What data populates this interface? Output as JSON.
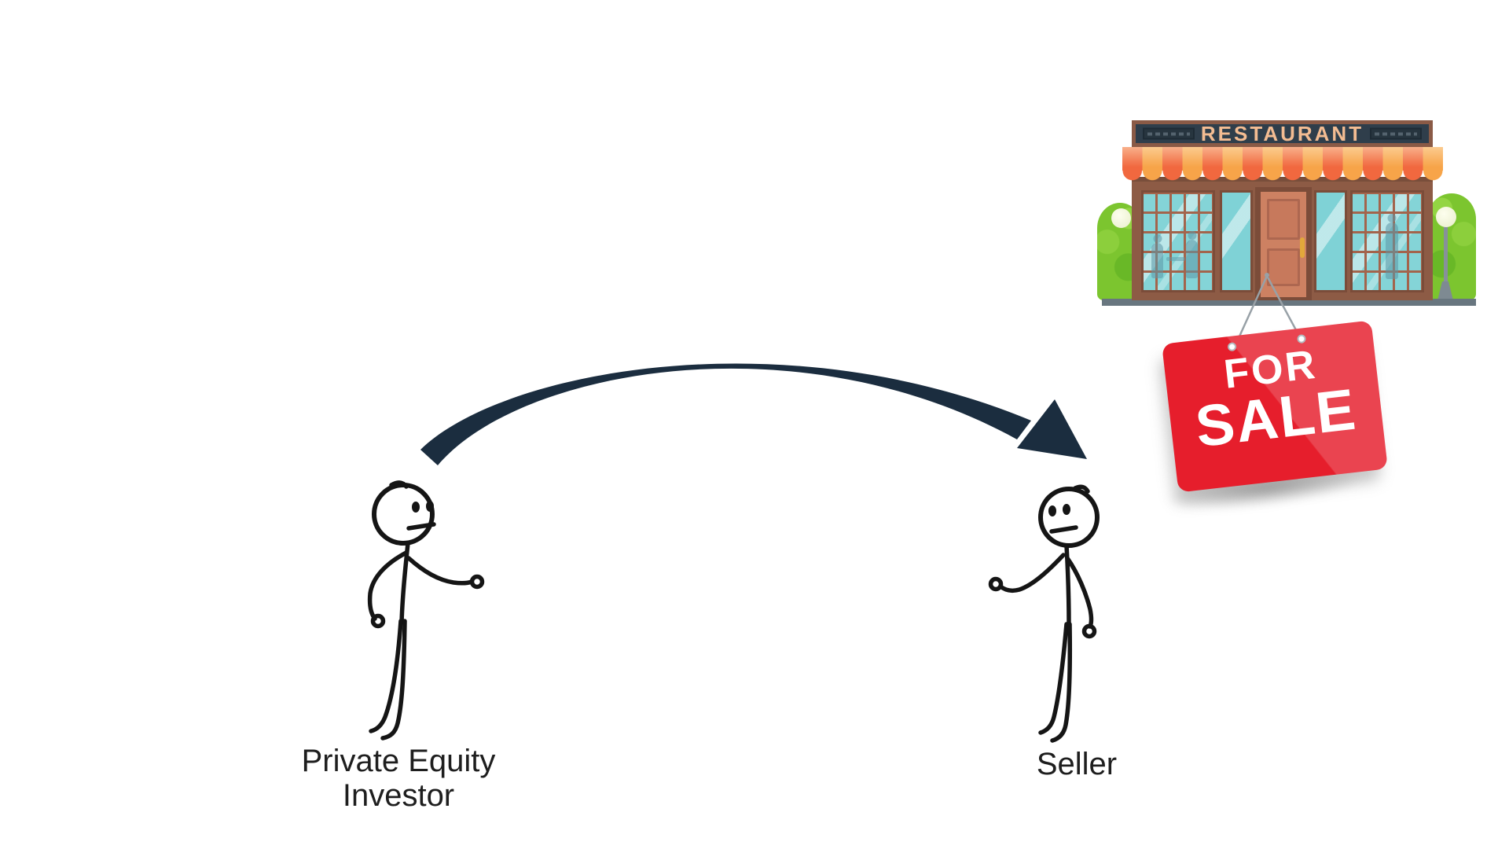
{
  "diagram": {
    "labels": {
      "investor": "Private Equity\nInvestor",
      "seller": "Seller"
    },
    "restaurant": {
      "sign_text": "RESTAURANT"
    },
    "sale_sign": {
      "line1": "FOR",
      "line2": "SALE"
    },
    "colors": {
      "arrow_navy": "#1b2d3f",
      "sale_sign_red": "#e61e2c",
      "awning_red_orange": "#f1683f",
      "awning_amber": "#f7a449",
      "sign_board_navy": "#2f3e4b",
      "sign_text_peach": "#f3bc92",
      "facade_brown": "#8d5b45",
      "door_salmon": "#cd8162",
      "glass_teal": "#84d4d7",
      "bush_green": "#7cc52f",
      "sidewalk_gray": "#68767f",
      "label_text": "#1e1e1e",
      "figure_stroke": "#151515"
    }
  }
}
